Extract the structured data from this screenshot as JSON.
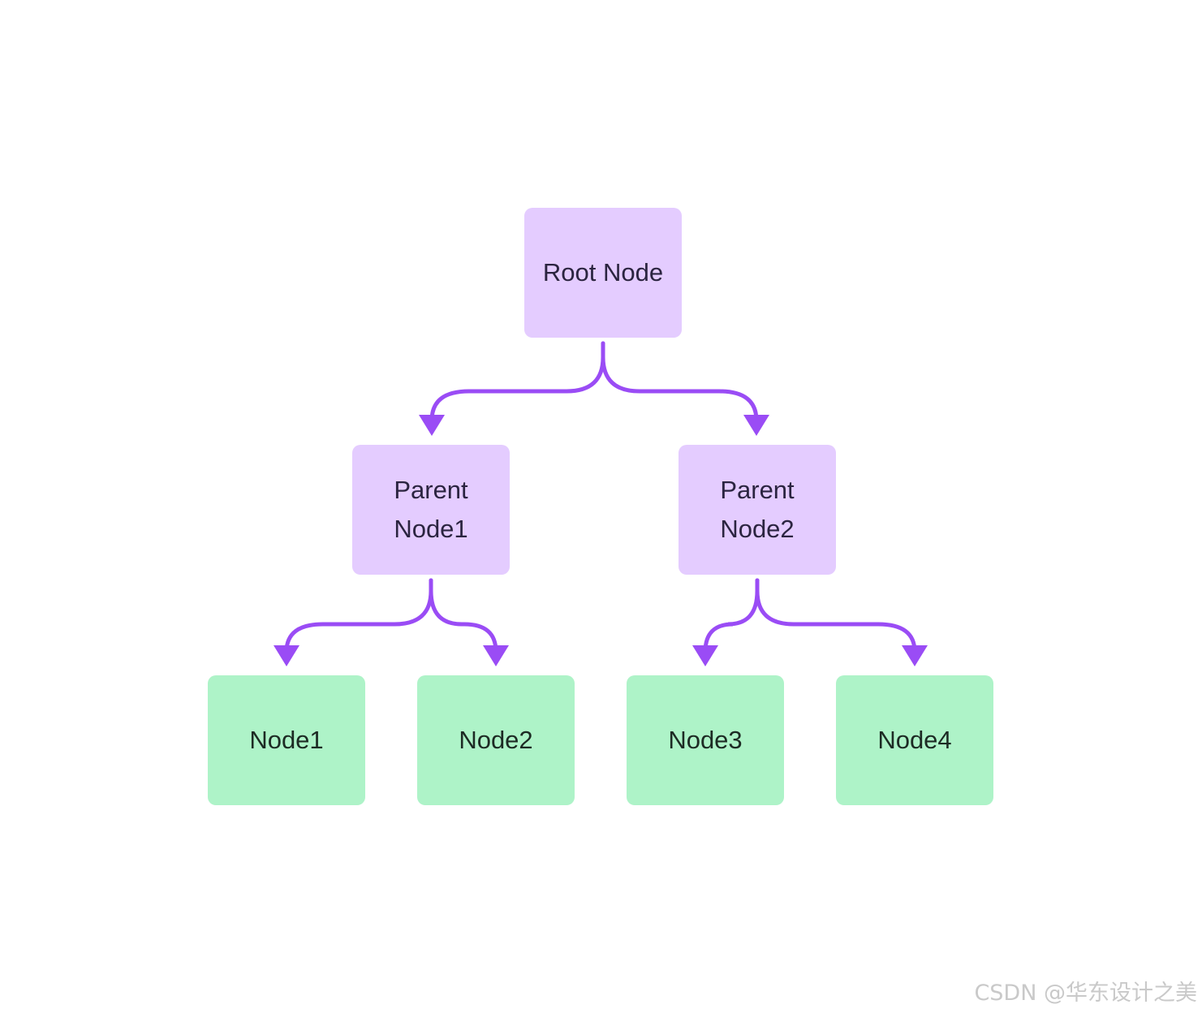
{
  "diagram": {
    "type": "tree",
    "colors": {
      "inner_node_fill": "#e4ccff",
      "leaf_node_fill": "#aef3c8",
      "edge_stroke": "#9a4cf5",
      "text": "#2b2440"
    },
    "nodes": {
      "root": {
        "lines": [
          "Root Node"
        ]
      },
      "parent1": {
        "lines": [
          "Parent",
          "Node1"
        ]
      },
      "parent2": {
        "lines": [
          "Parent",
          "Node2"
        ]
      },
      "leaf1": {
        "lines": [
          "Node1"
        ]
      },
      "leaf2": {
        "lines": [
          "Node2"
        ]
      },
      "leaf3": {
        "lines": [
          "Node3"
        ]
      },
      "leaf4": {
        "lines": [
          "Node4"
        ]
      }
    },
    "edges": [
      {
        "from": "root",
        "to": "parent1"
      },
      {
        "from": "root",
        "to": "parent2"
      },
      {
        "from": "parent1",
        "to": "leaf1"
      },
      {
        "from": "parent1",
        "to": "leaf2"
      },
      {
        "from": "parent2",
        "to": "leaf3"
      },
      {
        "from": "parent2",
        "to": "leaf4"
      }
    ]
  },
  "watermark": "CSDN @华东设计之美"
}
